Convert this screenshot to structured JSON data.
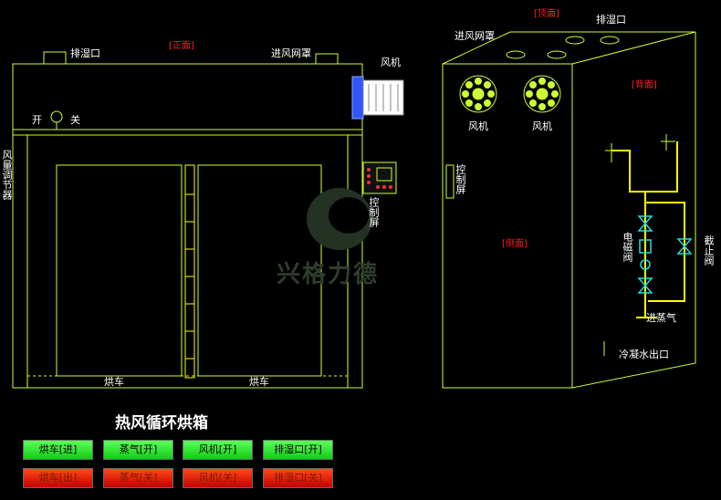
{
  "front": {
    "view_label": "[正面]",
    "exhaust_label": "排湿口",
    "intake_label": "进风网罩",
    "fan_label": "风机",
    "on_label": "开",
    "off_label": "关",
    "damper_label": "风量调节器",
    "panel_label": "控制屏",
    "cart_left_label": "烘车",
    "cart_right_label": "烘车"
  },
  "top_view": {
    "label": "[顶面]",
    "exhaust_label": "排湿口",
    "intake_label": "进风网罩"
  },
  "back": {
    "label": "[背面]",
    "fan1_label": "风机",
    "fan2_label": "风机"
  },
  "side": {
    "left_label": "[侧面]",
    "panel_label": "控制屏",
    "valve_label": "电磁阀",
    "stop_valve_label": "截止阀",
    "steam_label": "进蒸气",
    "condensate_label": "冷凝水出口"
  },
  "watermark": "兴格力德",
  "title": "热风循环烘箱",
  "buttons_on": [
    "烘车[进]",
    "蒸气[开]",
    "风机[开]",
    "排湿口[开]"
  ],
  "buttons_off": [
    "烘车[出]",
    "蒸气[关]",
    "风机[关]",
    "排湿口[关]"
  ],
  "colors": {
    "outline": "#ccff33",
    "label": "#ffffff",
    "view_tag": "#ff2020",
    "fan": "#ccff33",
    "pipe": "#ffff00"
  }
}
